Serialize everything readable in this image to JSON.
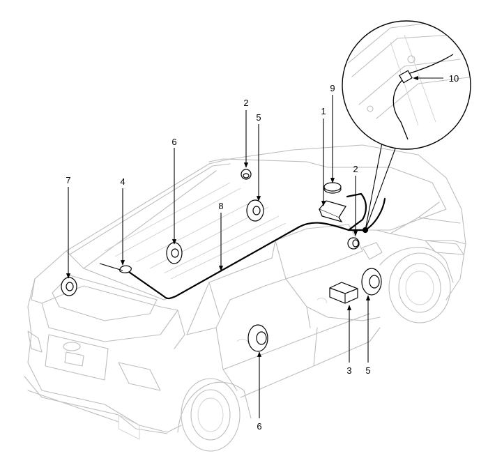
{
  "diagram": {
    "callouts": [
      {
        "id": "c1",
        "label": "1"
      },
      {
        "id": "c2a",
        "label": "2"
      },
      {
        "id": "c2b",
        "label": "2"
      },
      {
        "id": "c3",
        "label": "3"
      },
      {
        "id": "c4",
        "label": "4"
      },
      {
        "id": "c5a",
        "label": "5"
      },
      {
        "id": "c5b",
        "label": "5"
      },
      {
        "id": "c6a",
        "label": "6"
      },
      {
        "id": "c6b",
        "label": "6"
      },
      {
        "id": "c7",
        "label": "7"
      },
      {
        "id": "c8",
        "label": "8"
      },
      {
        "id": "c9",
        "label": "9"
      },
      {
        "id": "c10",
        "label": "10"
      }
    ]
  }
}
